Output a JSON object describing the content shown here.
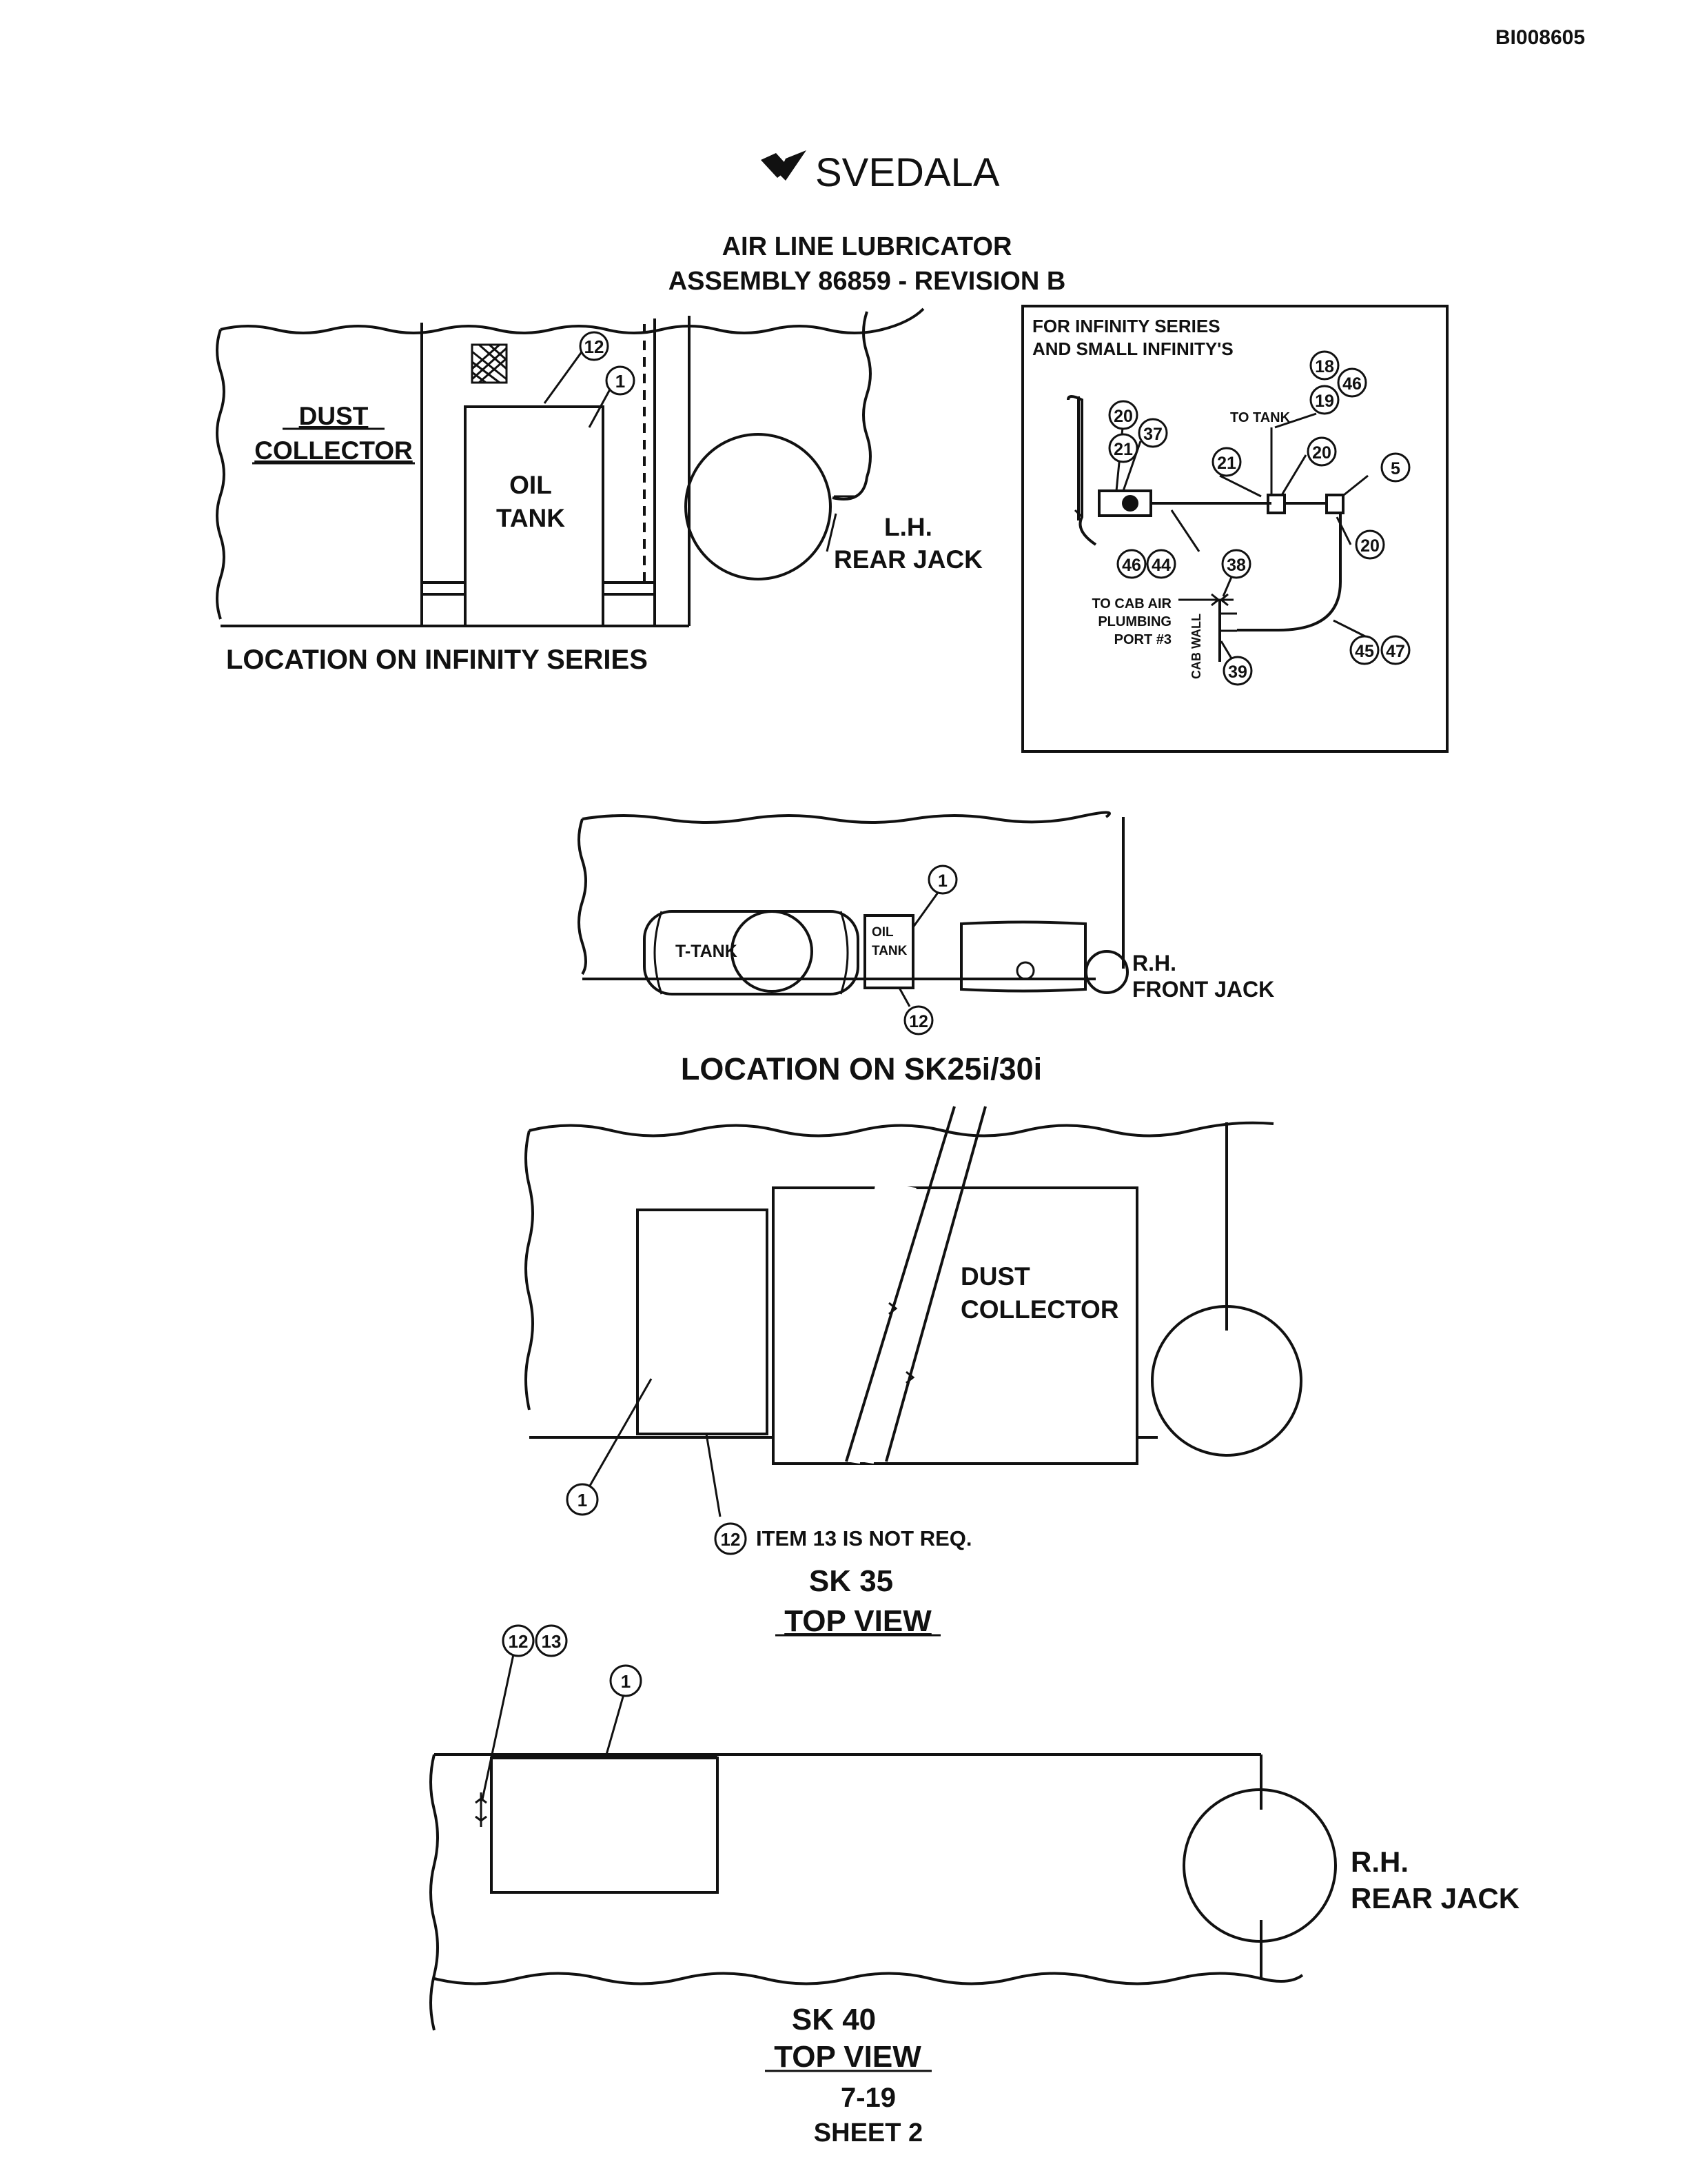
{
  "doc_id": "BI008605",
  "logo_text": "SVEDALA",
  "title": {
    "line1": "AIR LINE LUBRICATOR",
    "line2": "ASSEMBLY 86859 - REVISION B"
  },
  "infinity_view": {
    "dust_collector_1": "DUST",
    "dust_collector_2": "COLLECTOR",
    "oil_tank_1": "OIL",
    "oil_tank_2": "TANK",
    "jack_1": "L.H.",
    "jack_2": "REAR JACK",
    "caption": "LOCATION ON INFINITY SERIES",
    "callouts": [
      "12",
      "1"
    ]
  },
  "detail_box": {
    "heading_1": "FOR INFINITY SERIES",
    "heading_2": "AND SMALL INFINITY'S",
    "to_tank": "TO TANK",
    "to_cab_1": "TO CAB AIR",
    "to_cab_2": "PLUMBING",
    "to_cab_3": "PORT #3",
    "cab_wall": "CAB WALL",
    "callouts": [
      "18",
      "46",
      "19",
      "20",
      "37",
      "21",
      "21",
      "20",
      "5",
      "20",
      "46",
      "44",
      "38",
      "39",
      "45",
      "47"
    ]
  },
  "sk25_view": {
    "t_tank": "T-TANK",
    "oil_tank_1": "OIL",
    "oil_tank_2": "TANK",
    "jack_1": "R.H.",
    "jack_2": "FRONT JACK",
    "caption": "LOCATION ON SK25i/30i",
    "callouts": [
      "1",
      "12"
    ]
  },
  "sk35_view": {
    "dust_1": "DUST",
    "dust_2": "COLLECTOR",
    "note": "ITEM 13 IS NOT REQ.",
    "caption_1": "SK 35",
    "caption_2": "TOP VIEW",
    "callouts": [
      "1",
      "12"
    ]
  },
  "sk40_view": {
    "jack_1": "R.H.",
    "jack_2": "REAR JACK",
    "caption_1": "SK 40",
    "caption_2": "TOP VIEW",
    "callouts": [
      "12",
      "13",
      "1"
    ]
  },
  "footer": {
    "page": "7-19",
    "sheet": "SHEET 2"
  }
}
